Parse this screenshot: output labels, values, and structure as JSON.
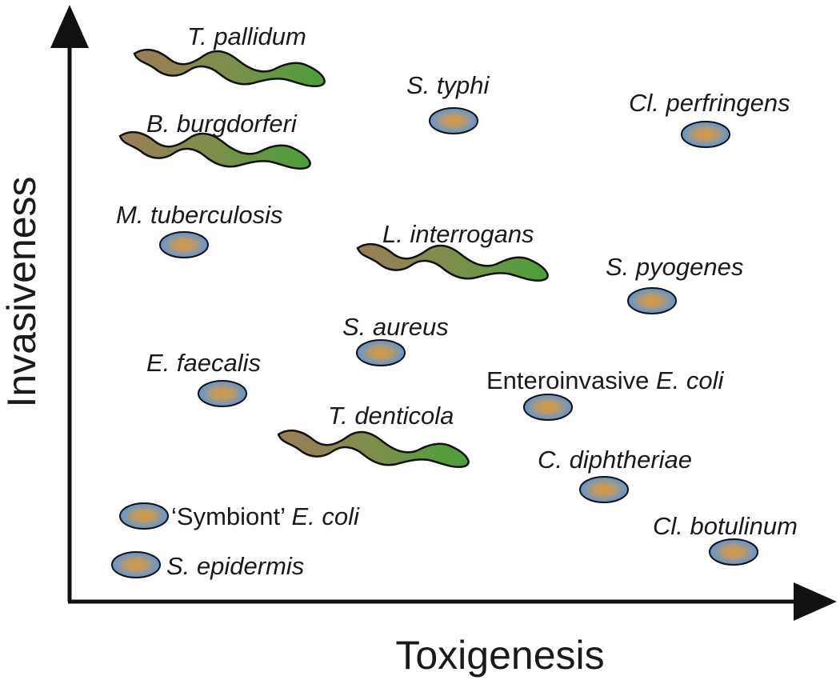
{
  "axes": {
    "x_label": "Toxigenesis",
    "y_label": "Invasiveness"
  },
  "colors": {
    "axis": "#111111",
    "cocci_outer": "#5b95d6",
    "cocci_inner": "#d89a3c",
    "spiro_start": "#9a7d57",
    "spiro_end": "#4aa03a",
    "outline": "#111111"
  },
  "organisms": {
    "t_pallidum": {
      "label": "T. pallidum",
      "shape": "spirochete"
    },
    "s_typhi": {
      "label": "S. typhi",
      "shape": "coccus"
    },
    "cl_perfringens": {
      "label": "Cl. perfringens",
      "shape": "coccus"
    },
    "b_burgdorferi": {
      "label": "B. burgdorferi",
      "shape": "spirochete"
    },
    "m_tuberculosis": {
      "label": "M. tuberculosis",
      "shape": "coccus"
    },
    "l_interrogans": {
      "label": "L. interrogans",
      "shape": "spirochete"
    },
    "s_pyogenes": {
      "label": "S. pyogenes",
      "shape": "coccus"
    },
    "s_aureus": {
      "label": "S. aureus",
      "shape": "coccus"
    },
    "e_faecalis": {
      "label": "E. faecalis",
      "shape": "coccus"
    },
    "enteroinvasive_e_coli": {
      "label_prefix": "Enteroinvasive ",
      "label_italic": "E. coli",
      "shape": "coccus"
    },
    "t_denticola": {
      "label": "T. denticola",
      "shape": "spirochete"
    },
    "c_diphtheriae": {
      "label": "C. diphtheriae",
      "shape": "coccus"
    },
    "symbiont_e_coli": {
      "label_prefix": "‘Symbiont’ ",
      "label_italic": "E. coli",
      "shape": "coccus"
    },
    "cl_botulinum": {
      "label": "Cl. botulinum",
      "shape": "coccus"
    },
    "s_epidermis": {
      "label": "S. epidermis",
      "shape": "coccus"
    }
  }
}
